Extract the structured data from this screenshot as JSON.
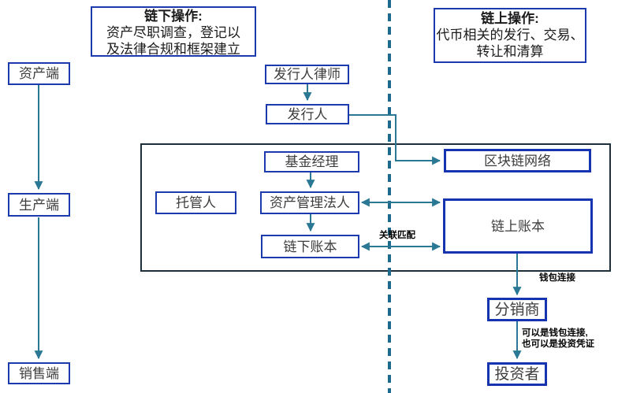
{
  "colors": {
    "box-border": "#1a3aad",
    "thick-border": "#1634b0",
    "container-border": "#1c2f3a",
    "arrow": "#2b7894",
    "dash": "#1e6a8e",
    "node-text": "#3d3d3d",
    "header-text": "#1a1a1a",
    "label-text": "#000000",
    "background": "#ffffff"
  },
  "headers": {
    "left": {
      "title": "链下操作:",
      "line1": "资产尽职调查，登记以",
      "line2": "及法律合规和框架建立"
    },
    "right": {
      "title": "链上操作:",
      "line1": "代币相关的发行、交易、",
      "line2": "转让和清算"
    }
  },
  "nodes": {
    "asset": "资产端",
    "producer": "生产端",
    "sales": "销售端",
    "issuer_lawyer": "发行人律师",
    "issuer": "发行人",
    "fund_manager": "基金经理",
    "custodian": "托管人",
    "asset_manager": "资产管理法人",
    "offchain_ledger": "链下账本",
    "blockchain_network": "区块链网络",
    "onchain_ledger": "链上账本",
    "distributor": "分销商",
    "investor": "投资者"
  },
  "edge_labels": {
    "match": "关联匹配",
    "wallet": "钱包连接",
    "wallet_or_cert_line1": "可以是钱包连接,",
    "wallet_or_cert_line2": "也可以是投资凭证"
  },
  "edges": [
    {
      "from": "asset",
      "to": "producer",
      "type": "arrow"
    },
    {
      "from": "producer",
      "to": "sales",
      "type": "arrow"
    },
    {
      "from": "issuer_lawyer",
      "to": "issuer",
      "type": "arrow"
    },
    {
      "from": "issuer",
      "to": "blockchain_network",
      "type": "arrow-elbow"
    },
    {
      "from": "fund_manager",
      "to": "asset_manager",
      "type": "arrow"
    },
    {
      "from": "asset_manager",
      "to": "offchain_ledger",
      "type": "arrow"
    },
    {
      "from": "asset_manager",
      "to": "onchain_ledger",
      "type": "double-arrow"
    },
    {
      "from": "offchain_ledger",
      "to": "onchain_ledger",
      "type": "double-arrow",
      "label": "关联匹配"
    },
    {
      "from": "onchain_ledger",
      "to": "distributor",
      "type": "arrow",
      "label": "钱包连接"
    },
    {
      "from": "distributor",
      "to": "investor",
      "type": "arrow",
      "label": "可以是钱包连接, 也可以是投资凭证"
    }
  ]
}
